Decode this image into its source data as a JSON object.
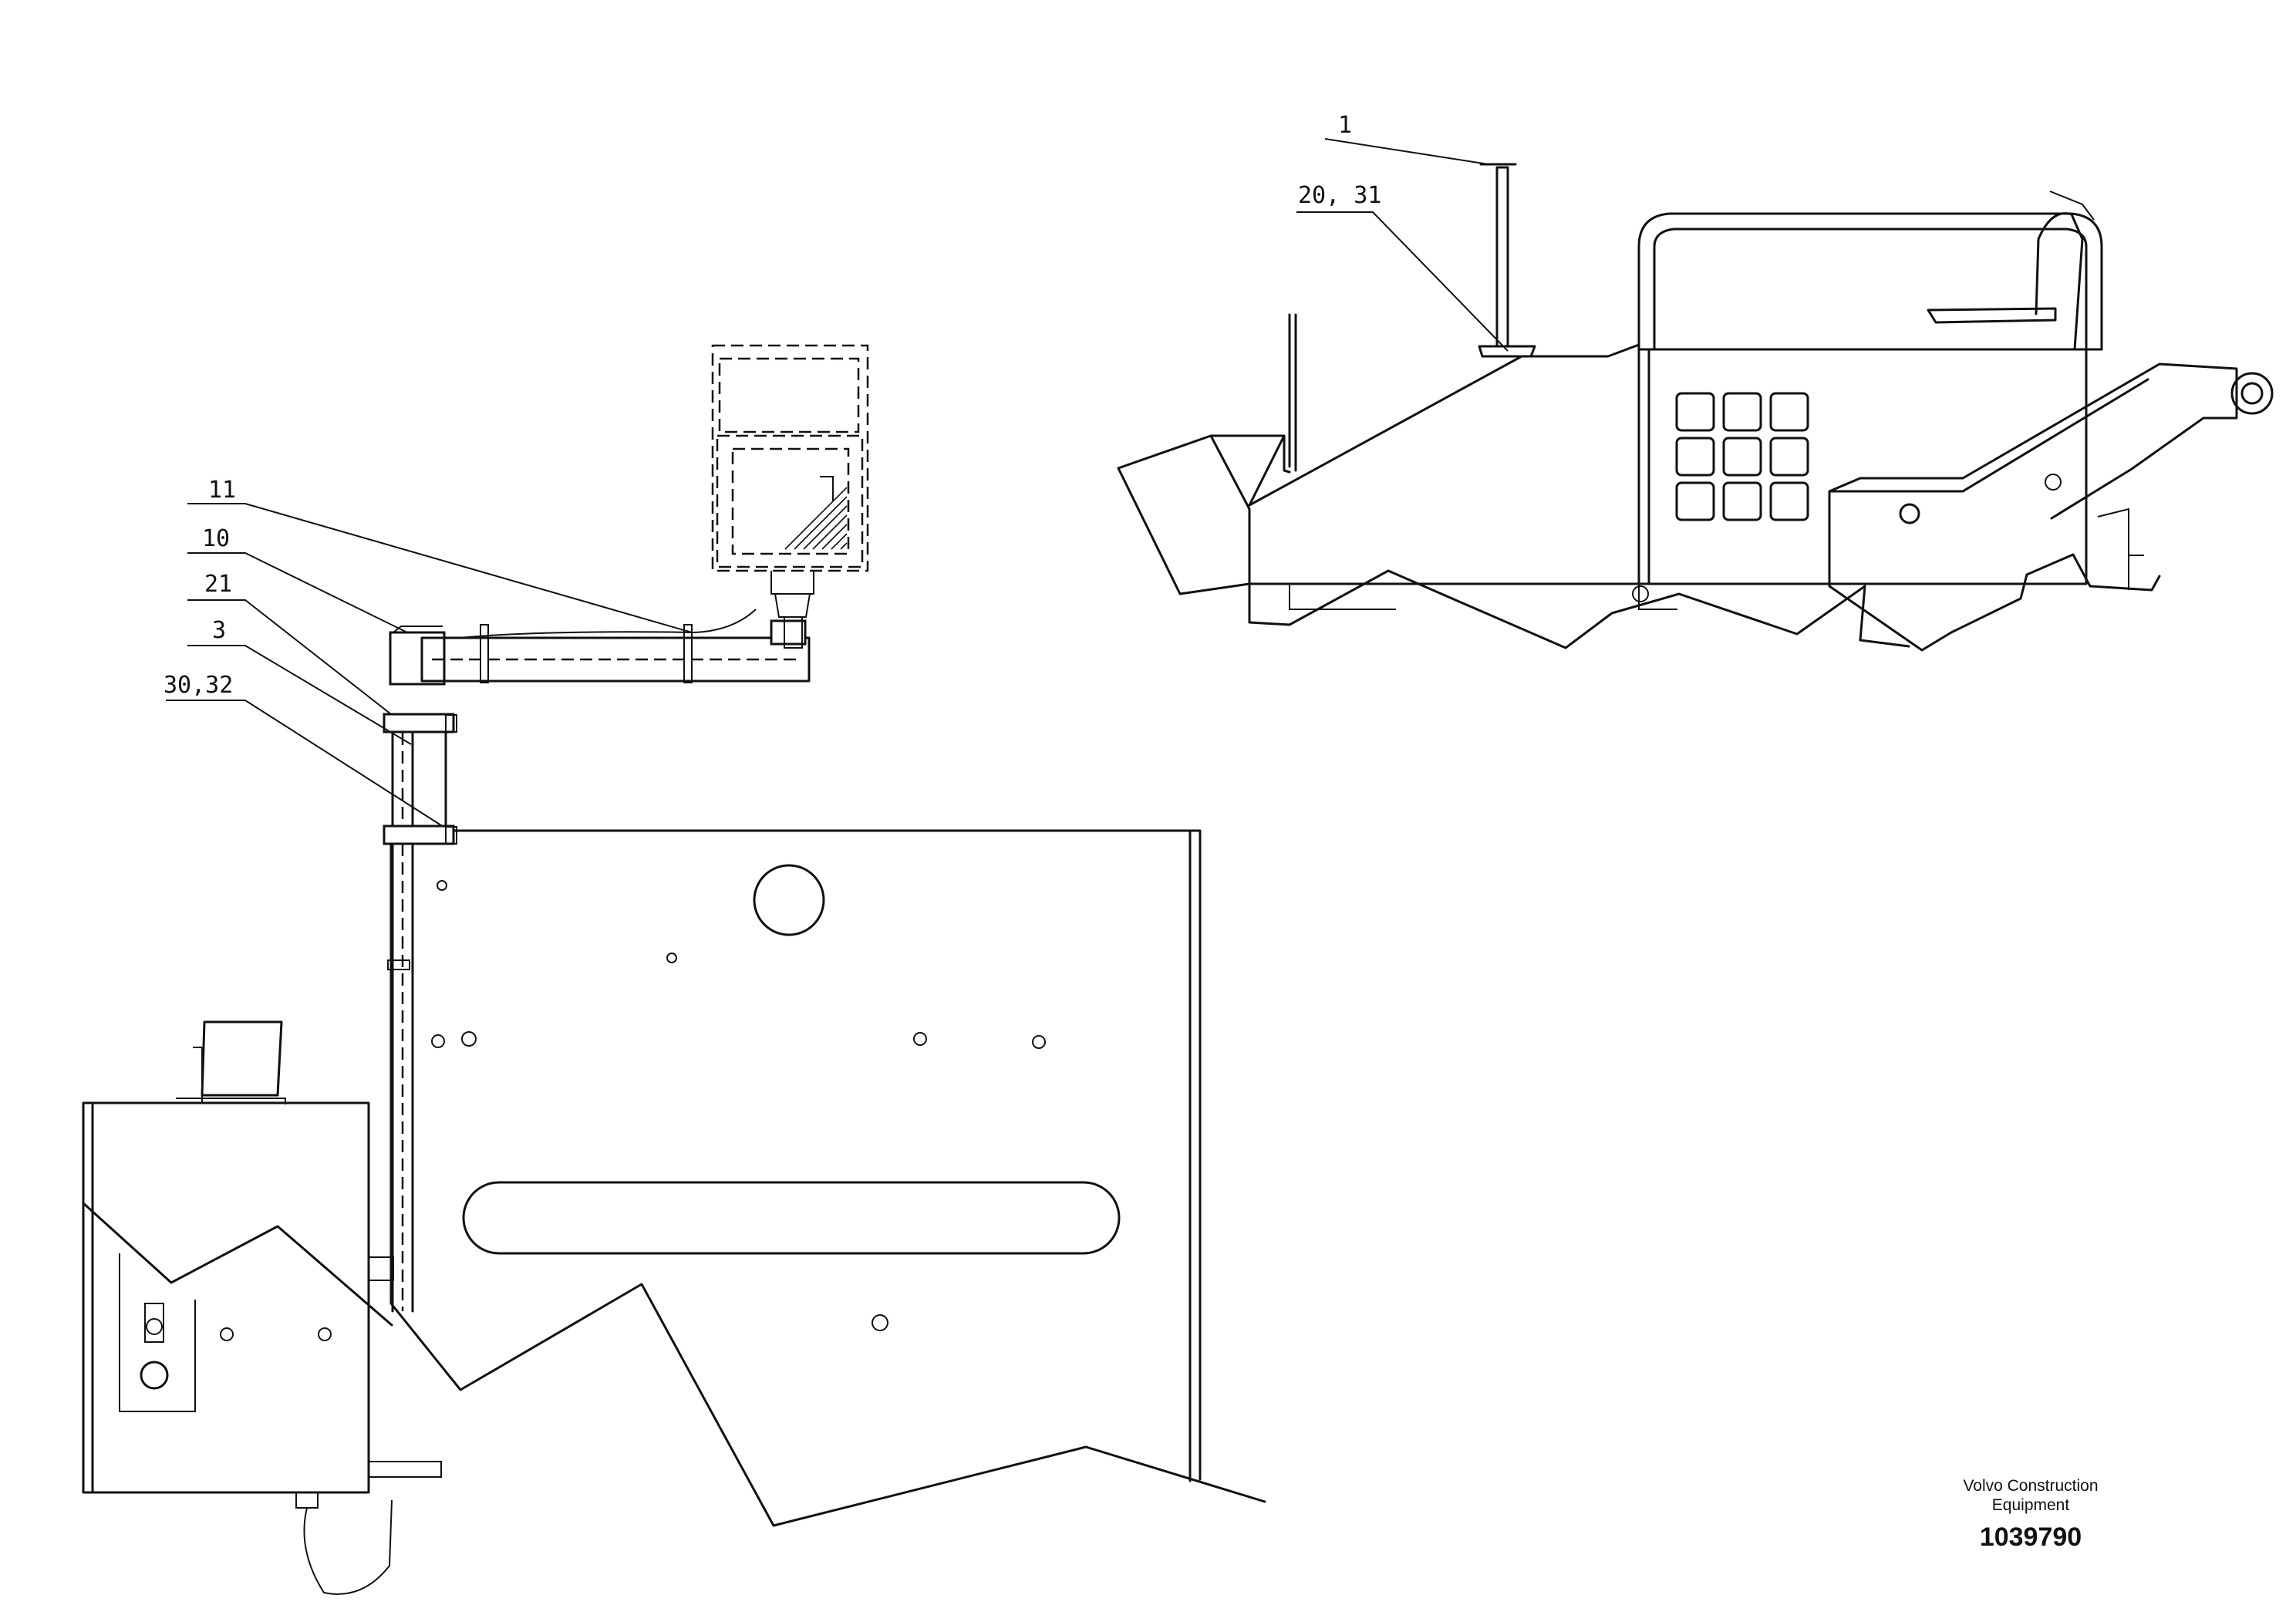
{
  "callouts": {
    "c11": "11",
    "c10": "10",
    "c21": "21",
    "c3": "3",
    "c30_32": "30,32",
    "c1": "1",
    "c20_31": "20, 31"
  },
  "footer": {
    "brand_line1": "Volvo Construction",
    "brand_line2": "Equipment",
    "drawing_number": "1039790"
  }
}
